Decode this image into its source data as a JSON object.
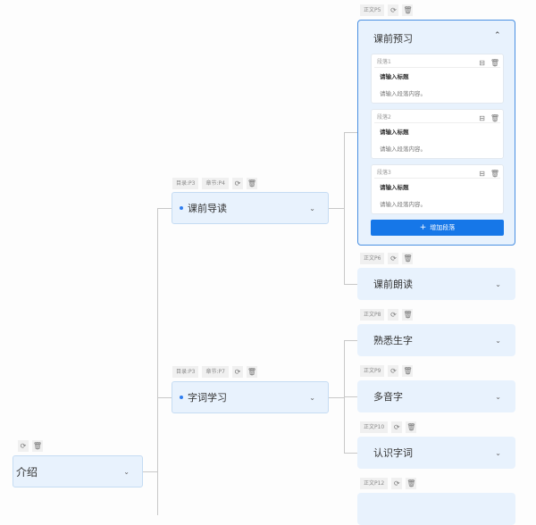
{
  "root": {
    "title": "介绍"
  },
  "chapters": [
    {
      "title": "课前导读",
      "tags": [
        "目录:P3",
        "章节:P4"
      ]
    },
    {
      "title": "字词学习",
      "tags": [
        "目录:P3",
        "章节:P7"
      ]
    }
  ],
  "expanded": {
    "title": "课前预习",
    "tag": "正文P5",
    "paragraphs": [
      {
        "label": "段落1",
        "title": "请输入标题",
        "content": "请输入段落内容。"
      },
      {
        "label": "段落2",
        "title": "请输入标题",
        "content": "请输入段落内容。"
      },
      {
        "label": "段落3",
        "title": "请输入标题",
        "content": "请输入段落内容。"
      }
    ],
    "add_label": "增加段落"
  },
  "leaves": [
    {
      "title": "课前朗读",
      "tag": "正文P6"
    },
    {
      "title": "熟悉生字",
      "tag": "正文P8"
    },
    {
      "title": "多音字",
      "tag": "正文P9"
    },
    {
      "title": "认识字词",
      "tag": "正文P10"
    },
    {
      "title": "",
      "tag": "正文P12"
    }
  ],
  "colors": {
    "accent": "#2f7ef0",
    "node_bg": "#e8f2fd",
    "button": "#1677e8"
  }
}
